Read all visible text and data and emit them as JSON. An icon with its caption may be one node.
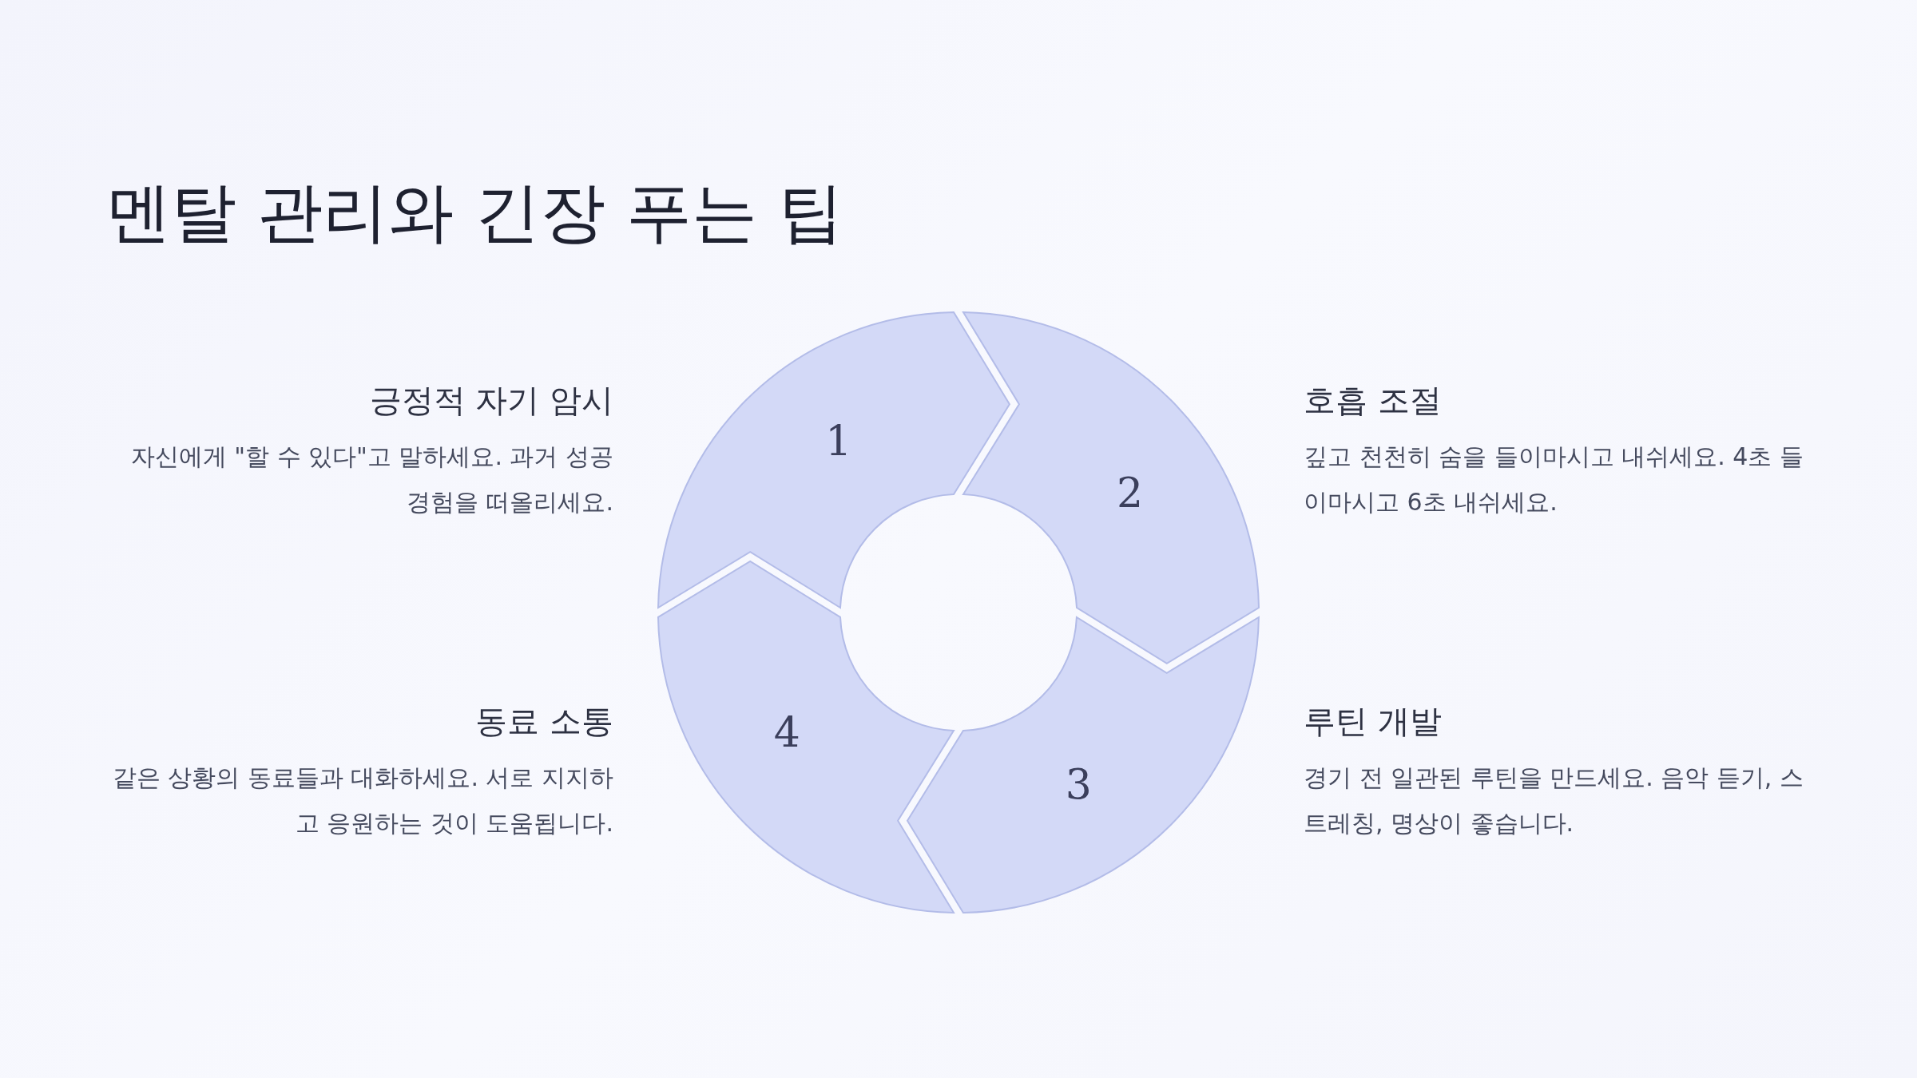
{
  "diagram": {
    "title": "멘탈 관리와 긴장 푸는 팁",
    "nodes": [
      {
        "text": [
          "1"
        ],
        "beside": [
          "긍정적 자기 암시",
          "자신에게 \"할 수 있다\"고 말하세요. 과거 성공 경험을 떠올리세요."
        ]
      },
      {
        "text": [
          "2"
        ],
        "beside": [
          "호흡 조절",
          "깊고 천천히 숨을 들이마시고 내쉬세요. 4초 들이마시고 6초 내쉬세요."
        ]
      },
      {
        "text": [
          "3"
        ],
        "beside": [
          "루틴 개발",
          "경기 전 일관된 루틴을 만드세요. 음악 듣기, 스트레칭, 명상이 좋습니다."
        ]
      },
      {
        "text": [
          "4"
        ],
        "beside": [
          "동료 소통",
          "같은 상황의 동료들과 대화하세요. 서로 지지하고 응원하는 것이 도움됩니다."
        ]
      }
    ]
  }
}
